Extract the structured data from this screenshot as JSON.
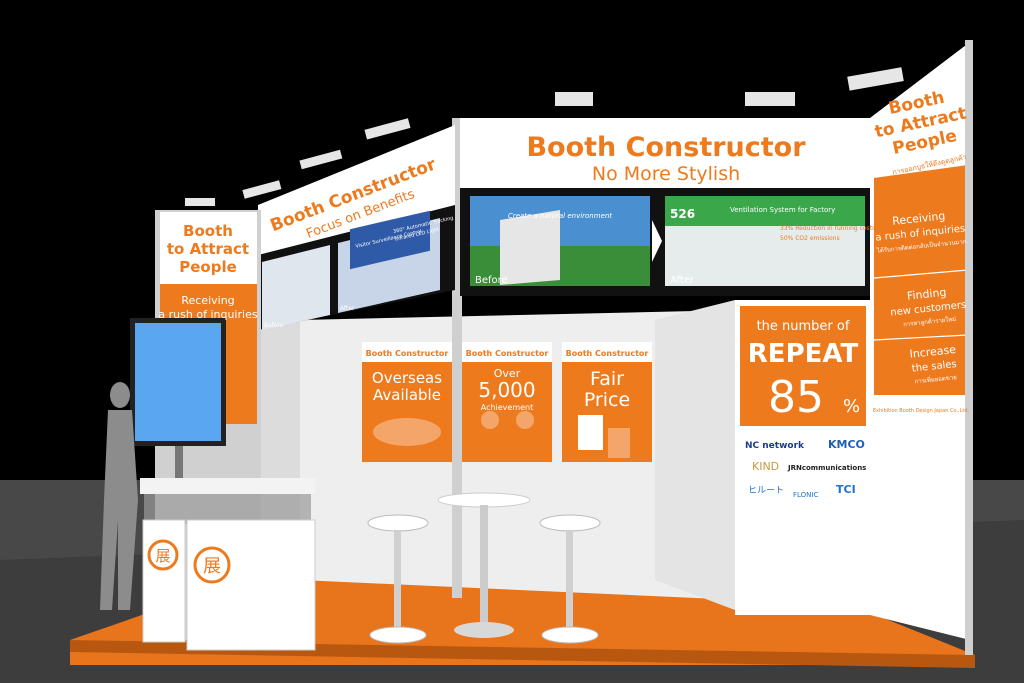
{
  "colors": {
    "accent": "#ee7a1e",
    "floor": "#e8741c",
    "ground": "#4a4a4a",
    "background": "#000000",
    "panel": "#ffffff"
  },
  "center_header": {
    "line1": "Booth Constructor",
    "line2": "No More Stylish"
  },
  "left_header": {
    "line1": "Booth Constructor",
    "line2": "Focus on Benefits",
    "before_label": "Before",
    "after_label": "After"
  },
  "left_screens": {
    "after_caption_1": "Visitor Surveillance Control",
    "after_caption_2": "360° Automatic Tracking",
    "after_caption_3": "Infrared LED Light"
  },
  "center_screens": {
    "before_label": "Before",
    "after_label": "After",
    "before_caption": "Create a natural environment",
    "after_title": "Ventilation System for Factory",
    "after_number": "526",
    "after_stat_1": "33% Reduction in running costs",
    "after_stat_2": "50% CO2 emissions"
  },
  "left_tower": {
    "line1": "Booth",
    "line2": "to Attract",
    "line3": "People",
    "sub1": "Receiving",
    "sub2": "a rush of inquiries"
  },
  "right_tower": {
    "line1": "Booth",
    "line2": "to Attract",
    "line3": "People",
    "thai_title": "การออกบูธให้ดึงดูดลูกค้า",
    "block1_line1": "Receiving",
    "block1_line2": "a rush of inquiries",
    "block1_thai": "ได้รับการติดต่อกลับเป็นจำนวนมาก",
    "block2_line1": "Finding",
    "block2_line2": "new customers",
    "block2_thai": "การหาลูกค้ารายใหม่",
    "block3_line1": "Increase",
    "block3_line2": "the sales",
    "block3_thai": "การเพิ่มยอดขาย",
    "footer": "Exhibition Booth Design Japan Co.,Ltd."
  },
  "posters": [
    {
      "header": "Booth Constructor",
      "line1": "Overseas",
      "line2": "Available",
      "small": ""
    },
    {
      "header": "Booth Constructor",
      "line1": "Over",
      "line2": "5,000",
      "small": "Achievement"
    },
    {
      "header": "Booth Constructor",
      "line1": "Fair",
      "line2": "Price",
      "small": ""
    }
  ],
  "repeat_panel": {
    "line1": "the number of",
    "line2": "REPEAT",
    "number": "85",
    "unit": "%"
  },
  "logos": [
    "NC network",
    "KMCO",
    "KIND",
    "JRNcommunications",
    "ヒルート",
    "FLONIC",
    "TCI"
  ],
  "counter": {
    "emblem": "展"
  }
}
